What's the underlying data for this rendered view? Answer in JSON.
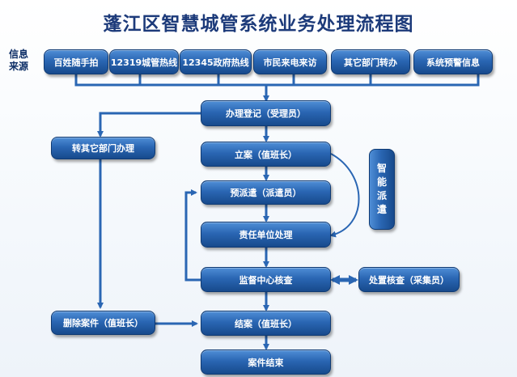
{
  "title": "蓬江区智慧城管系统业务处理流程图",
  "source_label": [
    "信息",
    "来源"
  ],
  "sources": [
    "百姓随手拍",
    "12319城管热线",
    "12345政府热线",
    "市民来电来访",
    "其它部门转办",
    "系统预警信息"
  ],
  "steps": {
    "register": "办理登记（受理员）",
    "transfer": "转其它部门办理",
    "filing": "立案（值班长）",
    "pre_dispatch": "预派遣（派遣员）",
    "handling": "责任单位处理",
    "supervision": "监督中心核查",
    "field_check": "处置核查（采集员）",
    "delete_case": "删除案件（值班长）",
    "close_case": "结案（值班长）",
    "case_end": "案件结束"
  },
  "smart_dispatch": [
    "智",
    "能",
    "派",
    "遣"
  ]
}
